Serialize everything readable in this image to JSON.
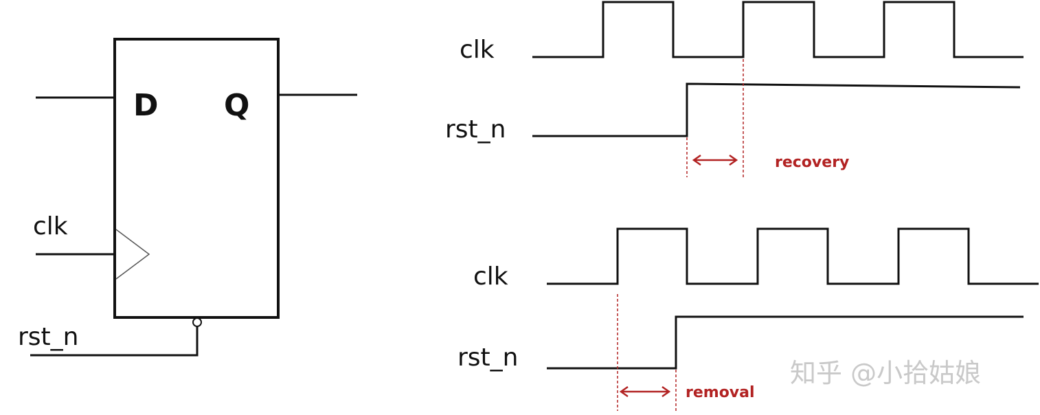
{
  "flipflop": {
    "pin_d": "D",
    "pin_q": "Q",
    "clk_label": "clk",
    "rst_label": "rst_n"
  },
  "recovery": {
    "clk_label": "clk",
    "rst_label": "rst_n",
    "annotation": "recovery"
  },
  "removal": {
    "clk_label": "clk",
    "rst_label": "rst_n",
    "annotation": "removal"
  },
  "colors": {
    "line": "#111111",
    "annotation": "#b22222",
    "watermark": "#c9c9c9"
  },
  "watermark": "知乎 @小拾姑娘"
}
